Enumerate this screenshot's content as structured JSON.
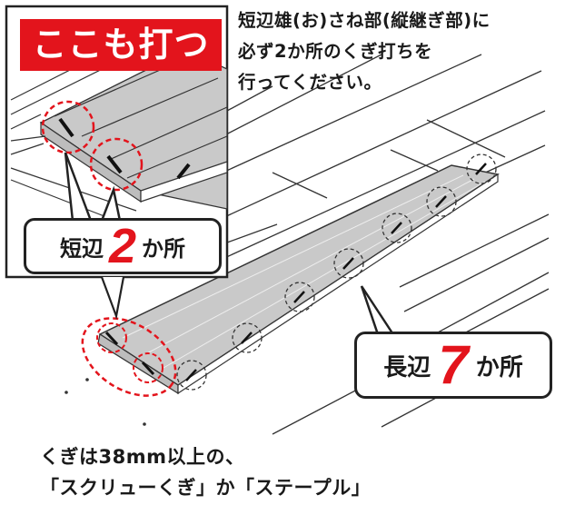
{
  "instruction": {
    "line1": "短辺雄(お)さね部(縦継ぎ部)に",
    "line2": "必ず2か所のくぎ打ちを",
    "line3": "行ってください。"
  },
  "banner": {
    "label": "ここも打つ"
  },
  "short_edge": {
    "label": "短辺",
    "count": "2",
    "unit": "か所"
  },
  "long_edge": {
    "label": "長辺",
    "count": "7",
    "unit": "か所"
  },
  "caption": {
    "line1": "くぎは38mm以上の、",
    "line2": "「スクリューくぎ」か「ステープル」"
  },
  "colors": {
    "accent_red": "#e3141c",
    "board_gray": "#c9c9c9",
    "line": "#222222"
  }
}
